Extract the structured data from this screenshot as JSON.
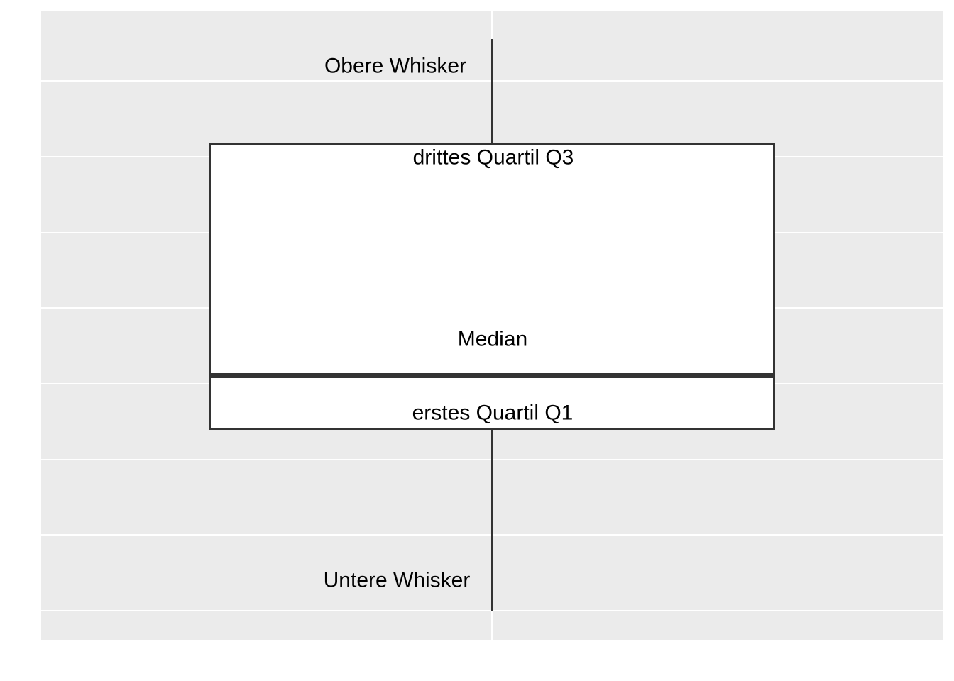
{
  "figure": {
    "background_color": "#FFFFFF",
    "panel_color": "#EBEBEB",
    "gridline_color": "#FFFFFF",
    "line_color": "#333333",
    "box_fill_color": "#FFFFFF",
    "text_color": "#000000"
  },
  "chart_data": {
    "type": "boxplot",
    "orientation": "vertical",
    "title": "",
    "xlabel": "",
    "ylabel": "",
    "legend": "off",
    "grid": "on",
    "axes": {
      "x_tick_labels": [],
      "y_tick_labels": []
    },
    "series": [
      {
        "name": "schematic-boxplot",
        "parts": [
          "upper-whisker",
          "third-quartile",
          "median",
          "first-quartile",
          "lower-whisker"
        ]
      }
    ],
    "annotations": [
      {
        "part": "upper-whisker",
        "label": "Obere Whisker"
      },
      {
        "part": "third-quartile",
        "label": "drittes Quartil Q3"
      },
      {
        "part": "median",
        "label": "Median"
      },
      {
        "part": "first-quartile",
        "label": "erstes Quartil Q1"
      },
      {
        "part": "lower-whisker",
        "label": "Untere Whisker"
      }
    ]
  }
}
